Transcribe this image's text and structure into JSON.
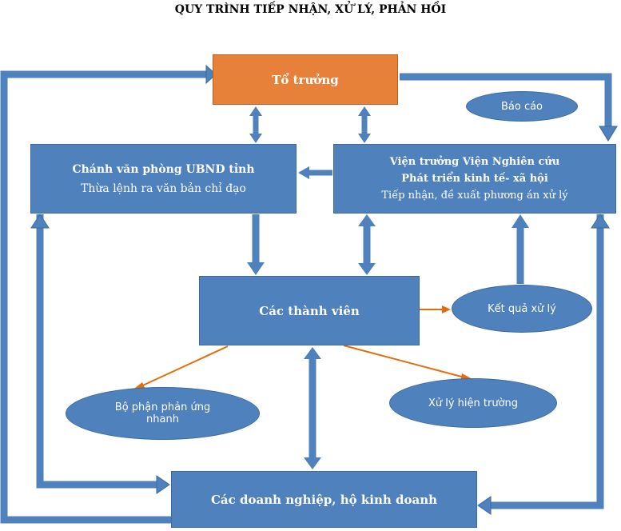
{
  "title": "QUY TRÌNH TIẾP NHẬN, XỬ LÝ, PHẢN HỒI",
  "nodes": {
    "to_truong": "Tổ trưởng",
    "chanh_van_phong": {
      "line1": "Chánh văn phòng UBND tỉnh",
      "line2": "Thừa lệnh ra văn bản chỉ đạo"
    },
    "vien_truong": {
      "line1": "Viện trưởng Viện Nghiên cứu",
      "line2": "Phát triển kinh tế- xã hội",
      "line3": "Tiếp nhận, đề xuất phương án xử lý"
    },
    "cac_thanh_vien": "Các thành viên",
    "cac_doanh_nghiep": "Các doanh nghiệp, hộ kinh doanh"
  },
  "ovals": {
    "bao_cao": "Báo cáo",
    "ket_qua_xu_ly": "Kết quả xử lý",
    "bo_phan_phan_ung_nhanh": "Bộ phận phản ứng nhanh",
    "xu_ly_hien_truong": "Xử lý hiện trường"
  },
  "colors": {
    "box_fill": "#4f81bd",
    "box_border": "#3a6a9f",
    "head_fill": "#e7813a",
    "orange_arrow": "#e46c0a"
  }
}
